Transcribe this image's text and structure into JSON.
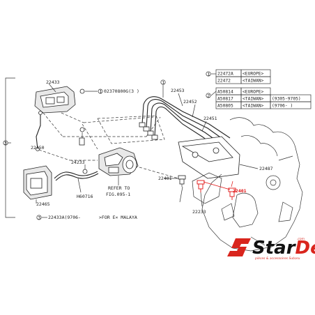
{
  "callouts": {
    "c22433": "22433",
    "c02370": "02370800G(3 )",
    "c02370_num": "1",
    "c22450": "22450",
    "c22465": "22465",
    "c22433A": "22433A(9706-",
    "c22433A_num": "3",
    "c_for": ">FOR E× MALAYA",
    "c22233": "22233",
    "c22453": "22453",
    "c22452": "22452",
    "c22451": "22451",
    "c22487": "22487",
    "c22401": "22401",
    "c22233b": "22233",
    "c24233": "24233",
    "c_h60716": "H60716",
    "c_refer1": "REFER TO",
    "c_refer2": "FIG.095-1",
    "c_highlight": "22401",
    "circle1": "1",
    "circle2": "2",
    "circle3": "3"
  },
  "table": {
    "rows": [
      {
        "num": "1",
        "part": "22472A",
        "region": "<EUROPE>",
        "date": ""
      },
      {
        "num": "",
        "part": "22472",
        "region": "<TAIWAN>",
        "date": ""
      },
      {
        "num": "2",
        "part": "A50814",
        "region": "<EUROPE>",
        "date": ""
      },
      {
        "num": "",
        "part": "A50817",
        "region": "<TAIWAN>",
        "date": "(9305-9705)"
      },
      {
        "num": "",
        "part": "A50805",
        "region": "<TAIWAN>",
        "date": "(9706-    )"
      }
    ]
  },
  "logo": {
    "brand_a": "Star",
    "brand_b": "Design",
    "suffix": ".com",
    "tagline": "pièces & accessoires Subaru"
  },
  "colors": {
    "accent": "#d9251d",
    "highlight": "#e01010"
  }
}
